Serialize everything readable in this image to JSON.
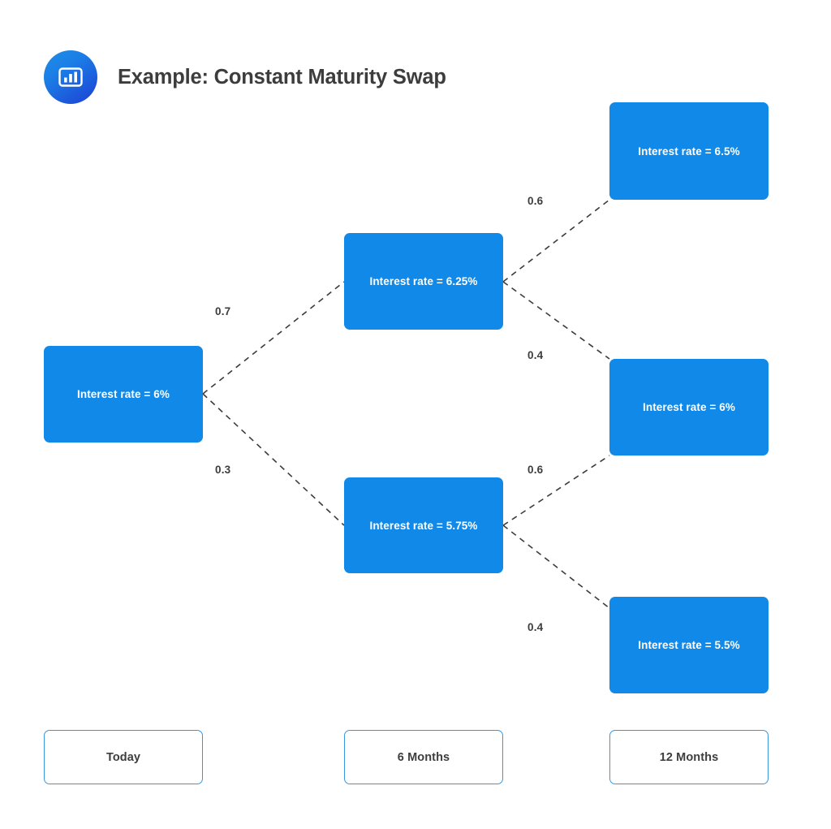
{
  "header": {
    "title": "Example: Constant Maturity Swap",
    "icon": "bar-chart-icon",
    "icon_gradient_from": "#1e8fe8",
    "icon_gradient_to": "#1d3fd4",
    "title_color": "#3d3d3d"
  },
  "theme": {
    "node_fill": "#1089e8",
    "node_text": "#ffffff",
    "edge_color": "#3c3c3c",
    "legend_border": "#3897e0",
    "background": "#ffffff"
  },
  "chart_data": {
    "type": "diagram",
    "title": "Example: Constant Maturity Swap",
    "diagram_kind": "binomial-interest-rate-tree",
    "columns": [
      "Today",
      "6 Months",
      "12 Months"
    ],
    "nodes": [
      {
        "id": "root",
        "column": "Today",
        "label": "Interest rate = 6%"
      },
      {
        "id": "up",
        "column": "6 Months",
        "label": "Interest rate = 6.25%"
      },
      {
        "id": "down",
        "column": "6 Months",
        "label": "Interest rate = 5.75%"
      },
      {
        "id": "up-up",
        "column": "12 Months",
        "label": "Interest rate = 6.5%"
      },
      {
        "id": "up-down",
        "column": "12 Months",
        "label": "Interest rate = 6%"
      },
      {
        "id": "down-up",
        "column": "12 Months",
        "label": "Interest rate = 6%"
      },
      {
        "id": "down-down",
        "column": "12 Months",
        "label": "Interest rate = 5.5%"
      }
    ],
    "edges": [
      {
        "from": "root",
        "to": "up",
        "probability": "0.7"
      },
      {
        "from": "root",
        "to": "down",
        "probability": "0.3"
      },
      {
        "from": "up",
        "to": "up-up",
        "probability": "0.6"
      },
      {
        "from": "up",
        "to": "up-down",
        "probability": "0.4"
      },
      {
        "from": "down",
        "to": "up-down",
        "probability": "0.6"
      },
      {
        "from": "down",
        "to": "down-down",
        "probability": "0.4"
      }
    ]
  },
  "tree": {
    "root": {
      "label": "Interest rate = 6%"
    },
    "mid_up": {
      "label": "Interest rate = 6.25%"
    },
    "mid_down": {
      "label": "Interest rate = 5.75%"
    },
    "right_top": {
      "label": "Interest rate = 6.5%"
    },
    "right_mid": {
      "label": "Interest rate = 6%"
    },
    "right_bot": {
      "label": "Interest rate = 5.5%"
    }
  },
  "probabilities": {
    "upper_left": "0.7",
    "lower_left": "0.3",
    "up_up": "0.6",
    "up_down": "0.4",
    "down_up": "0.6",
    "down_down": "0.4"
  },
  "legend": {
    "today": "Today",
    "six_months": "6 Months",
    "twelve_months": "12 Months"
  }
}
